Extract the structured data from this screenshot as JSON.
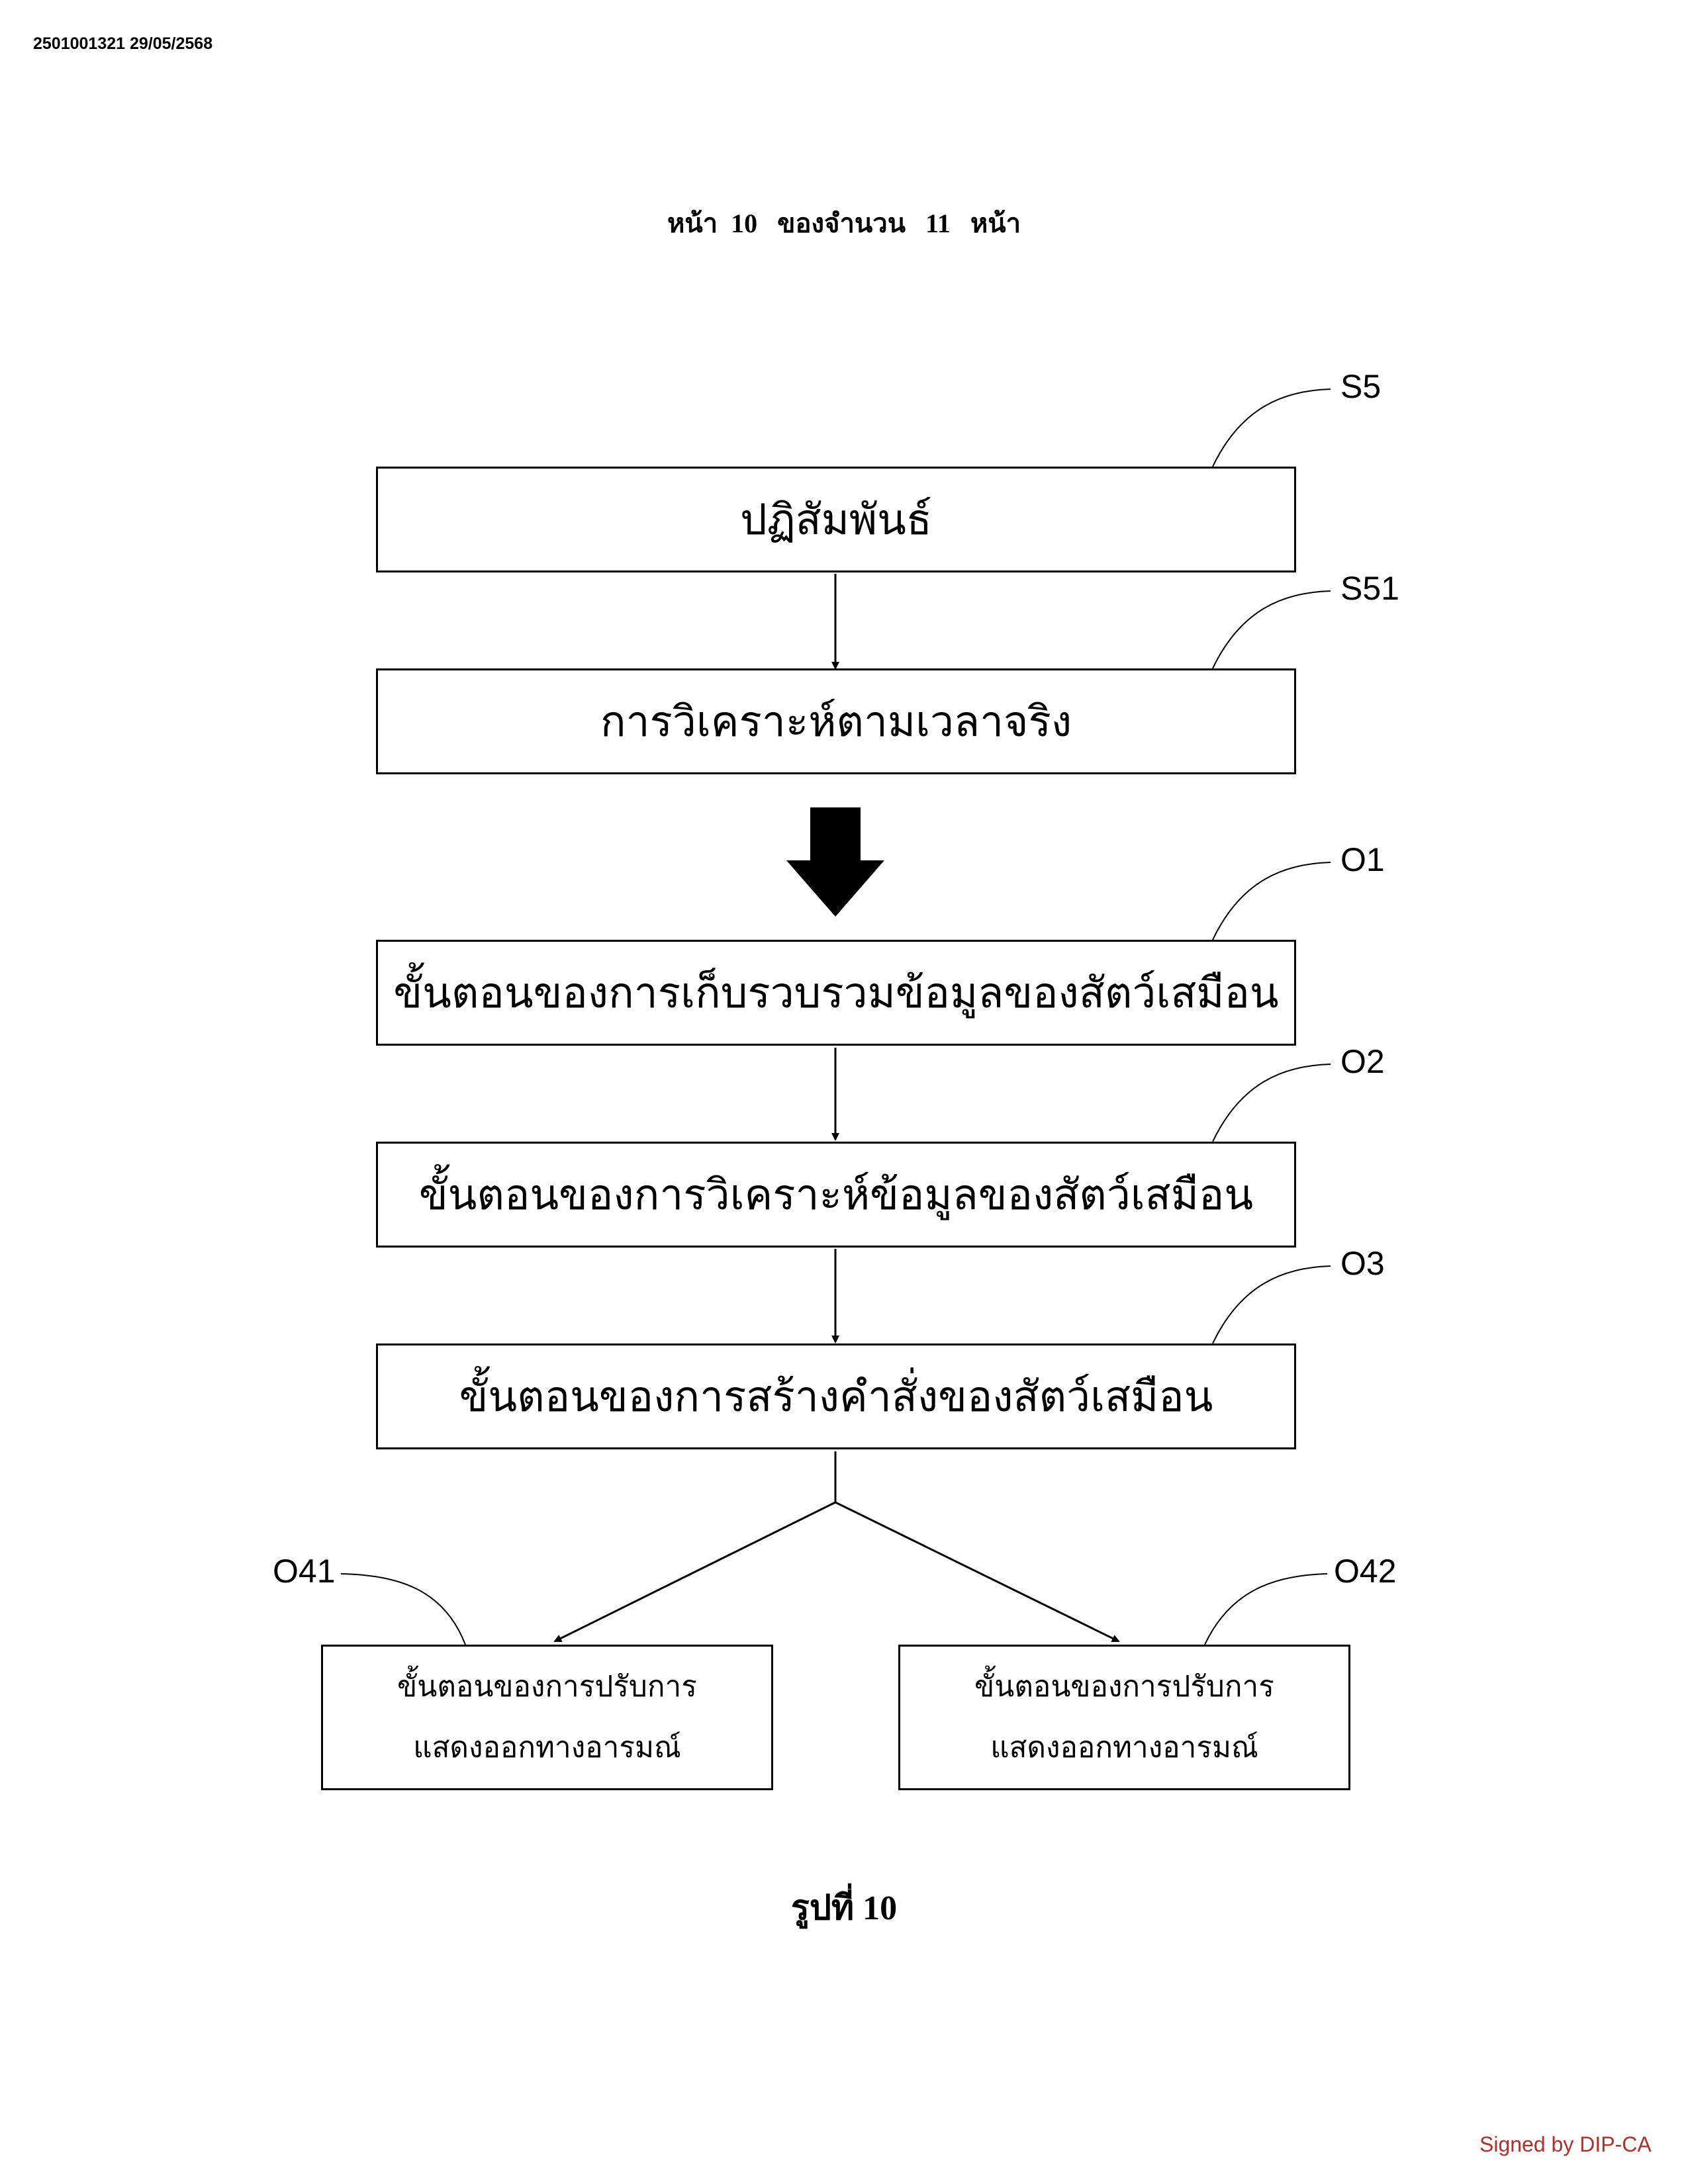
{
  "document": {
    "doc_id": "2501001321 29/05/2568",
    "page_header": "หน้า  10   ของจำนวน   11   หน้า",
    "caption": "รูปที่ 10",
    "signature": "Signed by DIP-CA"
  },
  "diagram": {
    "nodes": [
      {
        "id": "S5",
        "ref": "S5",
        "text": "ปฏิสัมพันธ์"
      },
      {
        "id": "S51",
        "ref": "S51",
        "text": "การวิเคราะห์ตามเวลาจริง"
      },
      {
        "id": "O1",
        "ref": "O1",
        "text": "ขั้นตอนของการเก็บรวบรวมข้อมูลของสัตว์เสมือน"
      },
      {
        "id": "O2",
        "ref": "O2",
        "text": "ขั้นตอนของการวิเคราะห์ข้อมูลของสัตว์เสมือน"
      },
      {
        "id": "O3",
        "ref": "O3",
        "text": "ขั้นตอนของการสร้างคำสั่งของสัตว์เสมือน"
      },
      {
        "id": "O41",
        "ref": "O41",
        "lines": [
          "ขั้นตอนของการปรับการ",
          "แสดงออกทางอารมณ์"
        ]
      },
      {
        "id": "O42",
        "ref": "O42",
        "lines": [
          "ขั้นตอนของการปรับการ",
          "แสดงออกทางอารมณ์"
        ]
      }
    ],
    "edges": [
      {
        "from": "S5",
        "to": "S51",
        "style": "arrow"
      },
      {
        "from": "S51",
        "to": "O1",
        "style": "block-arrow"
      },
      {
        "from": "O1",
        "to": "O2",
        "style": "arrow"
      },
      {
        "from": "O2",
        "to": "O3",
        "style": "arrow"
      },
      {
        "from": "O3",
        "to": "O41",
        "style": "arrow"
      },
      {
        "from": "O3",
        "to": "O42",
        "style": "arrow"
      }
    ]
  }
}
